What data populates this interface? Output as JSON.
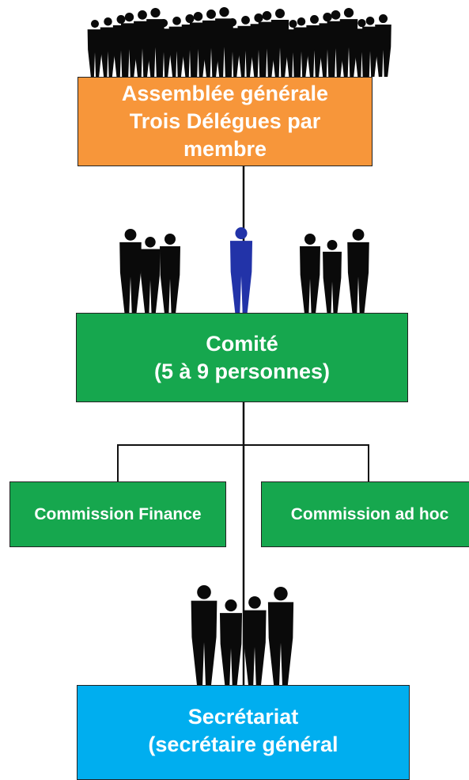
{
  "colors": {
    "assembly": "#F7963A",
    "comite": "#16A74E",
    "commission": "#16A74E",
    "secretariat": "#00AEEF",
    "silhouette": "#0a0a0a",
    "highlight_person": "#2233A8",
    "connector": "#111111"
  },
  "nodes": {
    "assembly": {
      "line1": "Assemblée générale",
      "line2": "Trois Délégues par",
      "line3": "membre"
    },
    "comite": {
      "line1": "Comité",
      "line2": "(5 à 9 personnes)"
    },
    "commission_finance": {
      "label": "Commission Finance"
    },
    "commission_adhoc": {
      "label": "Commission ad hoc"
    },
    "secretariat": {
      "line1": "Secrétariat",
      "line2": "(secrétaire général"
    }
  },
  "icons": {
    "crowd": "people-crowd-icon",
    "committee_group": "people-group-icon",
    "president": "person-blue-icon",
    "secretariat_group": "people-group-icon"
  }
}
